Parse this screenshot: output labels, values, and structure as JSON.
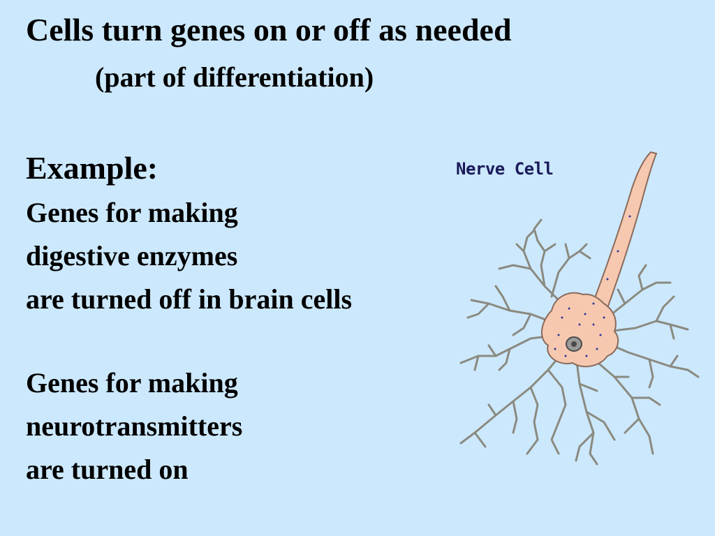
{
  "slide": {
    "title": "Cells turn genes on or off as needed",
    "subtitle": "(part of differentiation)",
    "example_heading": "Example:",
    "paragraph_1": [
      "Genes for making",
      "digestive enzymes",
      "are turned off in brain cells"
    ],
    "paragraph_2": [
      "Genes for making",
      "neurotransmitters",
      "are turned on"
    ]
  },
  "figure": {
    "label": "Nerve Cell",
    "colors": {
      "cell_body": "#f7c8b0",
      "outline": "#8a6a5a",
      "dendrite": "#8a8a80",
      "nucleus": "#4a4a4a",
      "dots": "#2a3a9a"
    }
  }
}
